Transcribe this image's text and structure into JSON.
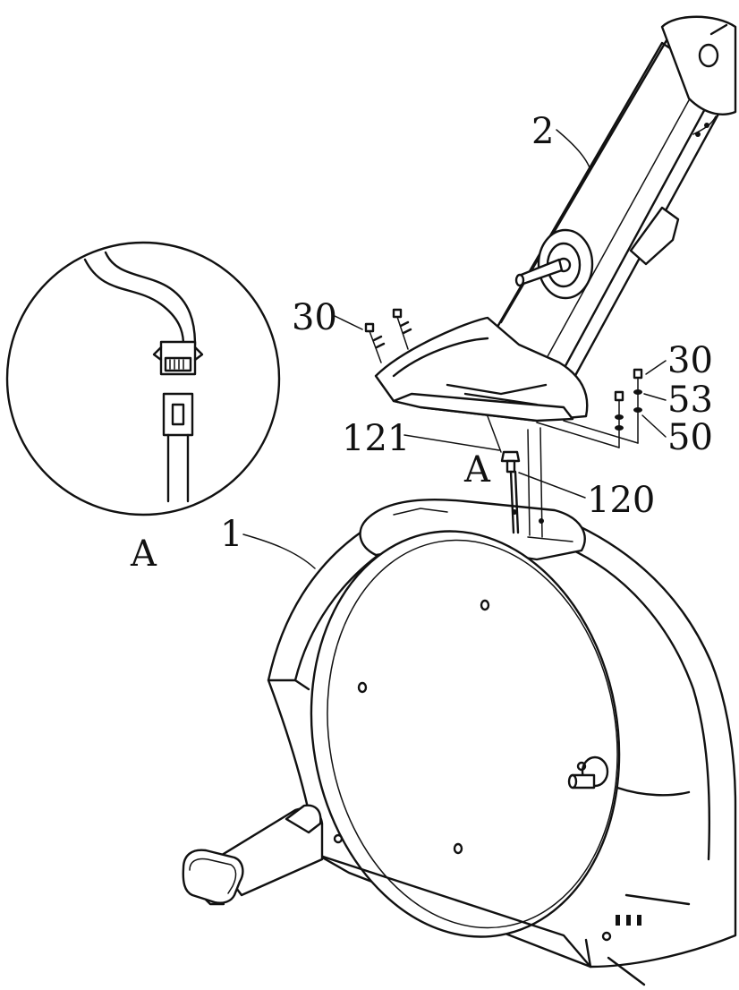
{
  "callouts": {
    "frame": "1",
    "upright_tube": "2",
    "bolt_left": "30",
    "bolt_right": "30",
    "washer": "53",
    "spring_washer": "50",
    "cable_connector": "121",
    "cable": "120",
    "detail_marker": "A",
    "detail_caption": "A"
  },
  "icons": {
    "bolt": "bolt-icon",
    "washer": "washer-icon",
    "connector": "connector-icon"
  }
}
